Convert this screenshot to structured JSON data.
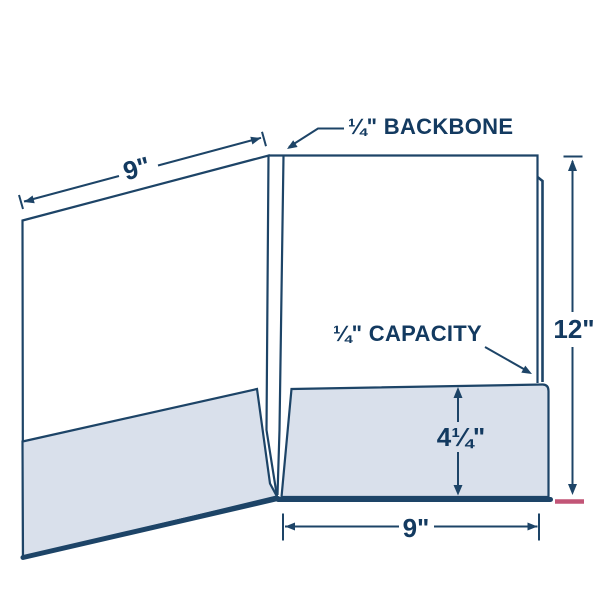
{
  "diagram": {
    "description": "Open pocket-folder dimension diagram",
    "labels": {
      "backbone": "¼\" BACKBONE",
      "capacity": "¼\" CAPACITY",
      "top_width": "9\"",
      "bottom_width": "9\"",
      "height": "12\"",
      "pocket_depth": "4¼\""
    },
    "colors": {
      "line": "#1d4467",
      "text": "#133a60",
      "pocket_fill": "#d9e0eb",
      "baseline_mark": "#c25577",
      "background": "#ffffff"
    }
  }
}
